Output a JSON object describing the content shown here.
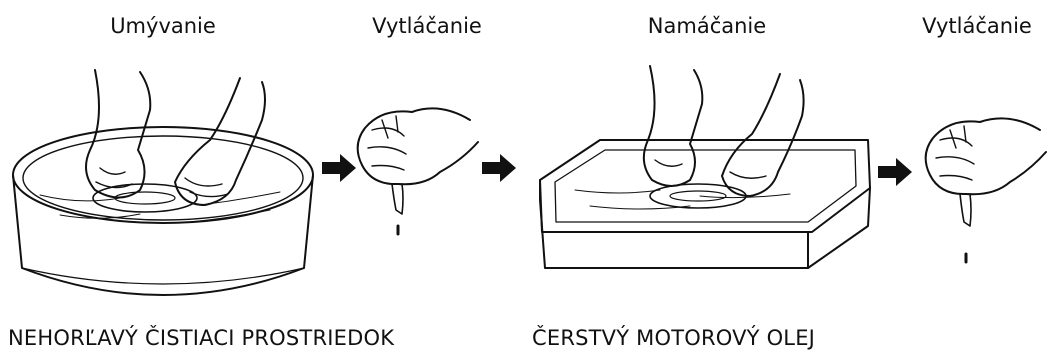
{
  "steps": [
    {
      "label": "Umývanie"
    },
    {
      "label": "Vytláčanie"
    },
    {
      "label": "Namáčanie"
    },
    {
      "label": "Vytláčanie"
    }
  ],
  "captions": {
    "left": "NEHORĽAVÝ ČISTIACI PROSTRIEDOK",
    "right": "ČERSTVÝ MOTOROVÝ OLEJ"
  },
  "icons": [
    "round-basin-icon",
    "squeezing-hand-icon",
    "rectangular-tray-icon",
    "squeezing-hand-icon",
    "right-arrow-icon"
  ]
}
